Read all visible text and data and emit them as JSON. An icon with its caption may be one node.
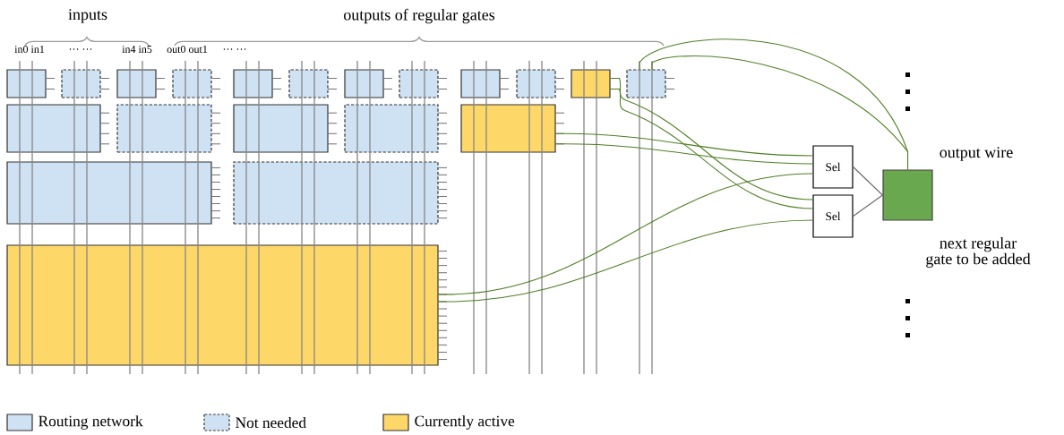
{
  "diagram": {
    "nodes": [
      {
        "text": [],
        "shape": "box"
      },
      {
        "text": [],
        "shape": "box"
      },
      {
        "text": [],
        "shape": "box"
      },
      {
        "text": [],
        "shape": "box"
      },
      {
        "text": [],
        "shape": "box"
      },
      {
        "text": [],
        "shape": "box"
      },
      {
        "text": [],
        "shape": "box"
      },
      {
        "text": [],
        "shape": "box"
      },
      {
        "text": [],
        "shape": "box"
      },
      {
        "text": [],
        "shape": "box"
      },
      {
        "text": [],
        "shape": "box"
      },
      {
        "text": [],
        "shape": "box"
      },
      {
        "text": [],
        "shape": "box"
      },
      {
        "text": [],
        "shape": "box"
      },
      {
        "text": [],
        "shape": "box"
      },
      {
        "text": [],
        "shape": "box"
      },
      {
        "text": [],
        "shape": "box"
      },
      {
        "text": [],
        "shape": "box"
      },
      {
        "text": [],
        "shape": "box"
      },
      {
        "text": [],
        "shape": "box"
      },
      {
        "text": [
          "Sel"
        ]
      },
      {
        "text": [
          "Sel"
        ]
      },
      {
        "text": [],
        "shape": "box",
        "beside": [
          "next regular gate to be added"
        ]
      }
    ],
    "edges": [
      {
        "from": 10,
        "to": 21,
        "arrow": "none"
      },
      {
        "from": 10,
        "to": 21,
        "arrow": "none"
      },
      {
        "from": 16,
        "to": 20,
        "arrow": "none"
      },
      {
        "from": 16,
        "to": 20,
        "arrow": "none"
      },
      {
        "from": 19,
        "to": 20,
        "arrow": "none"
      },
      {
        "from": 19,
        "to": 21,
        "arrow": "none"
      },
      {
        "from": 11,
        "to": 22,
        "arrow": "none"
      },
      {
        "from": 11,
        "to": 22,
        "arrow": "none"
      },
      {
        "from": 20,
        "to": 22,
        "arrow": "none",
        "color": "#666666"
      },
      {
        "from": 21,
        "to": 22,
        "arrow": "none",
        "color": "#666666"
      }
    ],
    "labels": [
      "inputs",
      "outputs of regular gates",
      "in0 in1",
      "… …",
      "in4 in5",
      "out0 out1",
      "… …",
      "output wire"
    ],
    "legend": [
      {
        "text": "Routing network",
        "color": "#cfe2f3"
      },
      {
        "text": "Not needed",
        "color": "#cfe2f3"
      },
      {
        "text": "Currently active",
        "color": "#fdd868"
      }
    ]
  }
}
